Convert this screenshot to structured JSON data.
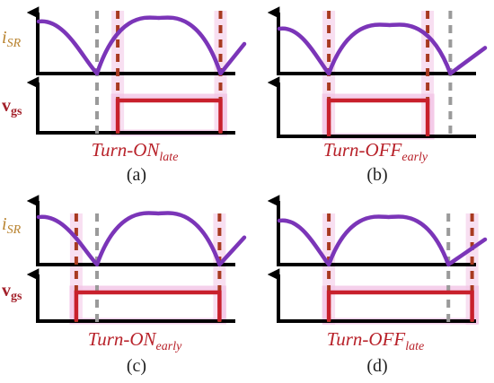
{
  "colors": {
    "axis": "#000000",
    "current": "#7b35b8",
    "gate": "#c8202c",
    "gate_halo": "#f3c4e6",
    "dash_red": "#a83a20",
    "dash_gray": "#9a9a9a",
    "caption": "#b8222a",
    "label_i": "#b8822e",
    "label_v": "#a3202a"
  },
  "labels": {
    "i_main": "i",
    "i_sub": "SR",
    "v_main": "v",
    "v_sub": "gs"
  },
  "panels": [
    {
      "id": "a",
      "caption_main": "Turn-ON",
      "caption_sub": "late",
      "letter": "(a)",
      "show_labels": true,
      "zeros": [
        0.3,
        0.925
      ],
      "gate": [
        0.405,
        0.925
      ],
      "dash_red": [
        0.405,
        0.925
      ],
      "dash_gray": [
        0.3
      ]
    },
    {
      "id": "b",
      "caption_main": "Turn-OFF",
      "caption_sub": "early",
      "letter": "(b)",
      "show_labels": false,
      "zeros": [
        0.255,
        0.87
      ],
      "gate": [
        0.255,
        0.755
      ],
      "dash_red": [
        0.255,
        0.755
      ],
      "dash_gray": [
        0.87
      ]
    },
    {
      "id": "c",
      "caption_main": "Turn-ON",
      "caption_sub": "early",
      "letter": "(c)",
      "show_labels": true,
      "zeros": [
        0.3,
        0.92
      ],
      "gate": [
        0.195,
        0.92
      ],
      "dash_red": [
        0.195,
        0.92
      ],
      "dash_gray": [
        0.3
      ]
    },
    {
      "id": "d",
      "caption_main": "Turn-OFF",
      "caption_sub": "late",
      "letter": "(d)",
      "show_labels": false,
      "zeros": [
        0.255,
        0.86
      ],
      "gate": [
        0.255,
        0.98
      ],
      "dash_red": [
        0.255,
        0.98
      ],
      "dash_gray": [
        0.86
      ]
    }
  ]
}
